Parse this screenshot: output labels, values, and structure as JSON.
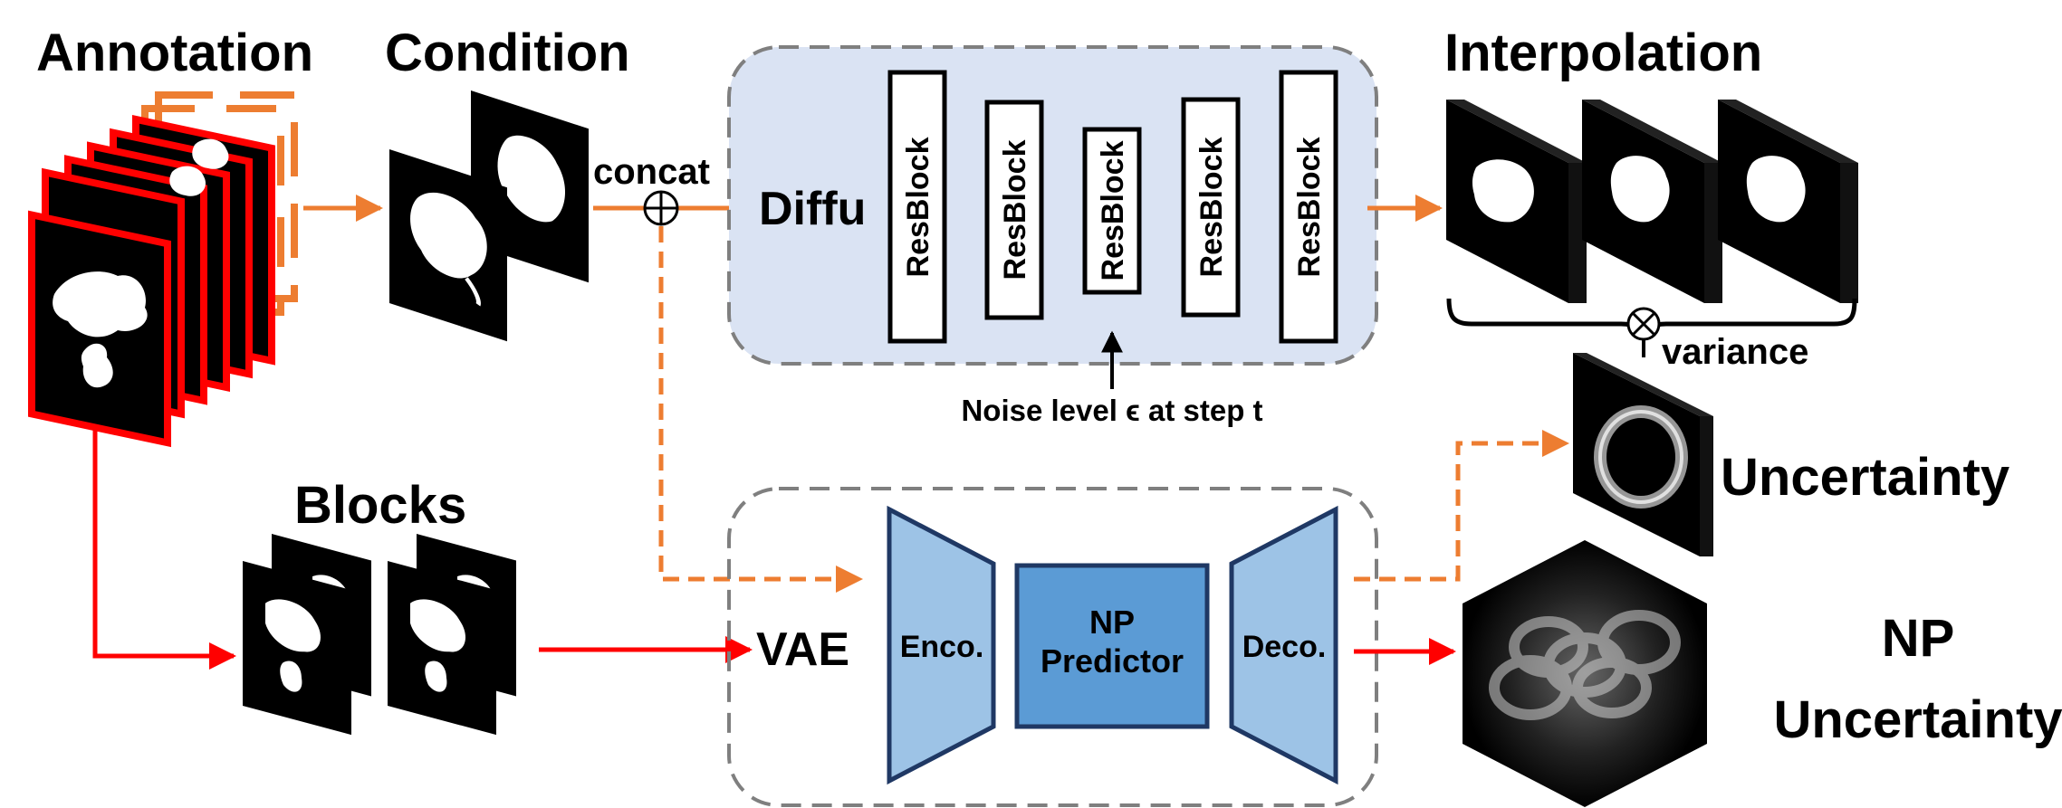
{
  "labels": {
    "annotation": "Annotation",
    "condition": "Condition",
    "interpolation": "Interpolation",
    "concat": "concat",
    "diffu": "Diffu",
    "noise": "Noise level ϵ at step t",
    "variance": "variance",
    "uncertainty": "Uncertainty",
    "blocks": "Blocks",
    "vae": "VAE",
    "encoder": "Enco.",
    "np_predictor_line1": "NP",
    "np_predictor_line2": "Predictor",
    "decoder": "Deco.",
    "np_uncertainty_line1": "NP",
    "np_uncertainty_line2": "Uncertainty"
  },
  "resblocks": [
    "ResBlock",
    "ResBlock",
    "ResBlock",
    "ResBlock",
    "ResBlock"
  ],
  "icons": {
    "concat_symbol": "circle-plus-icon",
    "variance_symbol": "circle-times-icon"
  },
  "colors": {
    "orange_arrow": "#ED7D31",
    "red_arrow": "#FF0000",
    "diffusion_panel": "#DAE3F3",
    "panel_border": "#7F7F7F",
    "vae_light_blue": "#9DC3E6",
    "vae_mid_blue": "#5B9BD5",
    "vae_border": "#1F3864"
  }
}
